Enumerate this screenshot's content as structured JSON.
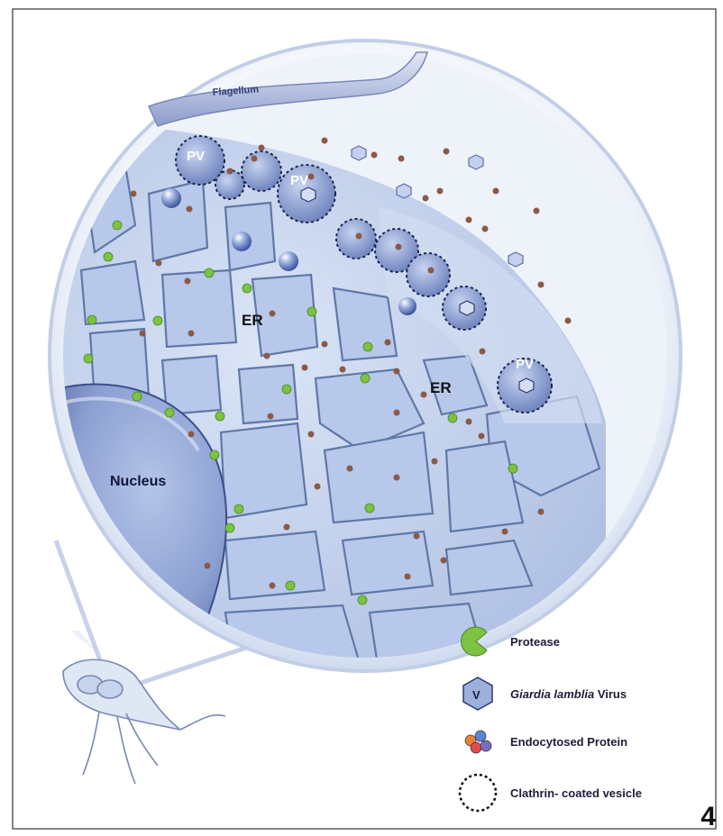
{
  "labels": {
    "flagellum": "Flagellum",
    "pv": "PV",
    "er": "ER",
    "nucleus": "Nucleus",
    "virus_glyph": "V"
  },
  "legend": {
    "protease": "Protease",
    "virus_italic": "Giardia lamblia",
    "virus_rest": " Virus",
    "endocytosed": "Endocytosed Protein",
    "clathrin": "Clathrin- coated vesicle"
  },
  "panel_number": "4",
  "colors": {
    "cytoplasm": "#c9d6ee",
    "er_lumen": "#a9bde3",
    "er_edge": "#5f78a8",
    "nucleus": "#7f95c9",
    "protease": "#7cc243",
    "protein": "#8a5a48",
    "virus": "#9db0dc",
    "ring": "#e6ecf7"
  },
  "icons": [
    "protease-icon",
    "virus-icon",
    "endocytosed-protein-icon",
    "clathrin-vesicle-icon",
    "giardia-cell-icon"
  ]
}
